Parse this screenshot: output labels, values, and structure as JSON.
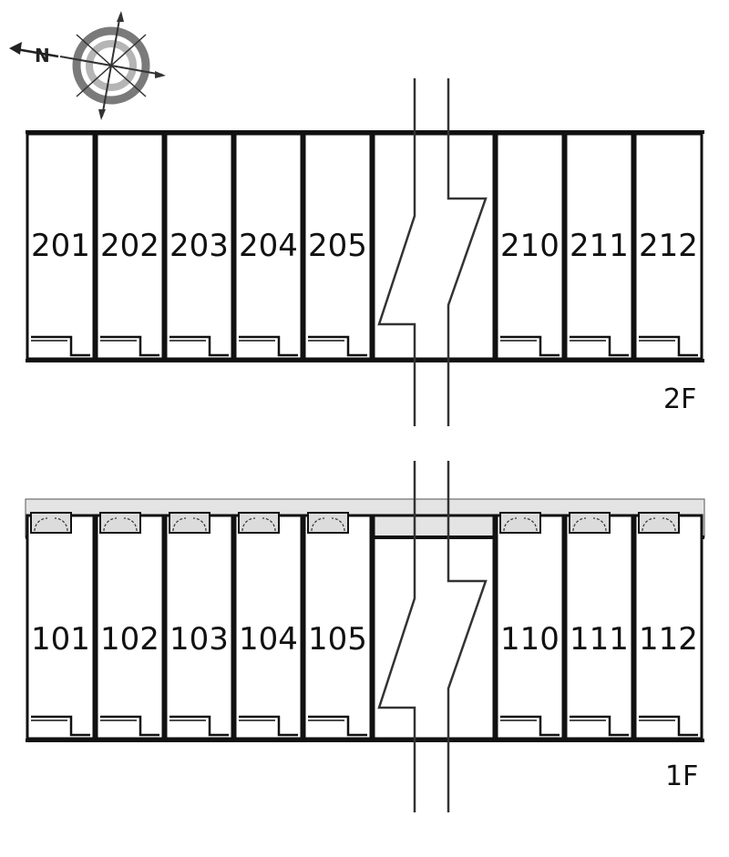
{
  "compass": {
    "north_letter": "N"
  },
  "floors": [
    {
      "id": "2F",
      "label": "2F",
      "units": [
        "201",
        "202",
        "203",
        "204",
        "205",
        "210",
        "211",
        "212"
      ]
    },
    {
      "id": "1F",
      "label": "1F",
      "units": [
        "101",
        "102",
        "103",
        "104",
        "105",
        "110",
        "111",
        "112"
      ]
    }
  ],
  "colors": {
    "wall": "#111111",
    "corridor": "#e4e4e4",
    "break_line": "#333333",
    "compass_ring_outer": "#7a7a7a",
    "compass_ring_inner": "#b5b5b5"
  }
}
